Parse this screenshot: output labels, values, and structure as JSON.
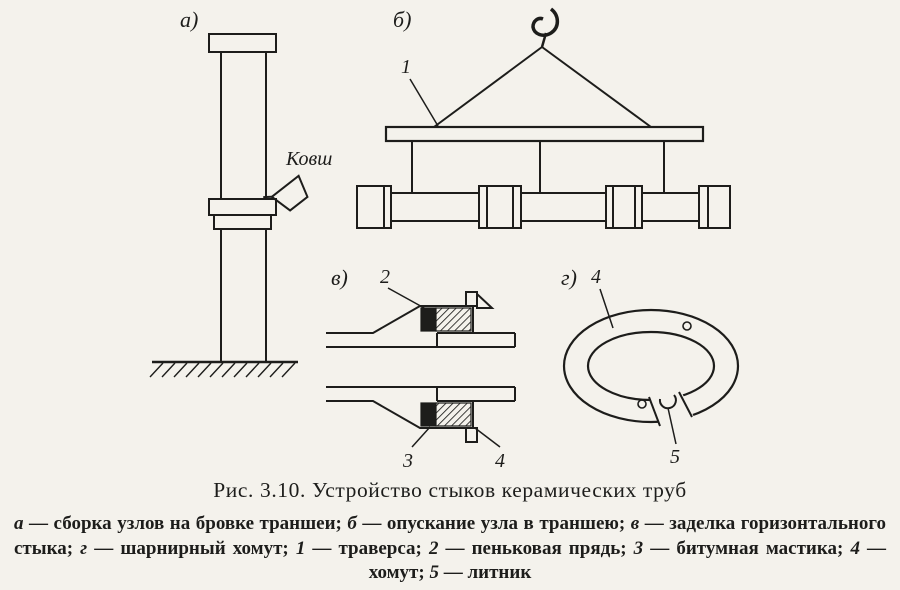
{
  "page": {
    "paper_color": "#f4f2ec",
    "ink_color": "#1d1d1b"
  },
  "figure": {
    "panels": {
      "a": {
        "label": "а)",
        "bucket_label": "Ковш"
      },
      "b": {
        "label": "б)",
        "callout_1": "1"
      },
      "v": {
        "label": "в)",
        "callout_2": "2",
        "callout_3": "3",
        "callout_4": "4"
      },
      "g": {
        "label": "г)",
        "callout_4": "4",
        "callout_5": "5"
      }
    }
  },
  "caption": "Рис. 3.10. Устройство стыков керамических труб",
  "legend": {
    "items": [
      {
        "term": "а",
        "desc": " — сборка узлов на бровке траншеи; "
      },
      {
        "term": "б",
        "desc": " — опускание узла в траншею; "
      },
      {
        "term": "в",
        "desc": " — заделка горизонтального стыка; "
      },
      {
        "term": "г",
        "desc": " — шарнирный хомут; "
      },
      {
        "term": "1",
        "desc": " — траверса; "
      },
      {
        "term": "2",
        "desc": " — пеньковая прядь; "
      },
      {
        "term": "3",
        "desc": " — битумная мастика; "
      },
      {
        "term": "4",
        "desc": " — хомут; "
      },
      {
        "term": "5",
        "desc": " — литник"
      }
    ]
  }
}
